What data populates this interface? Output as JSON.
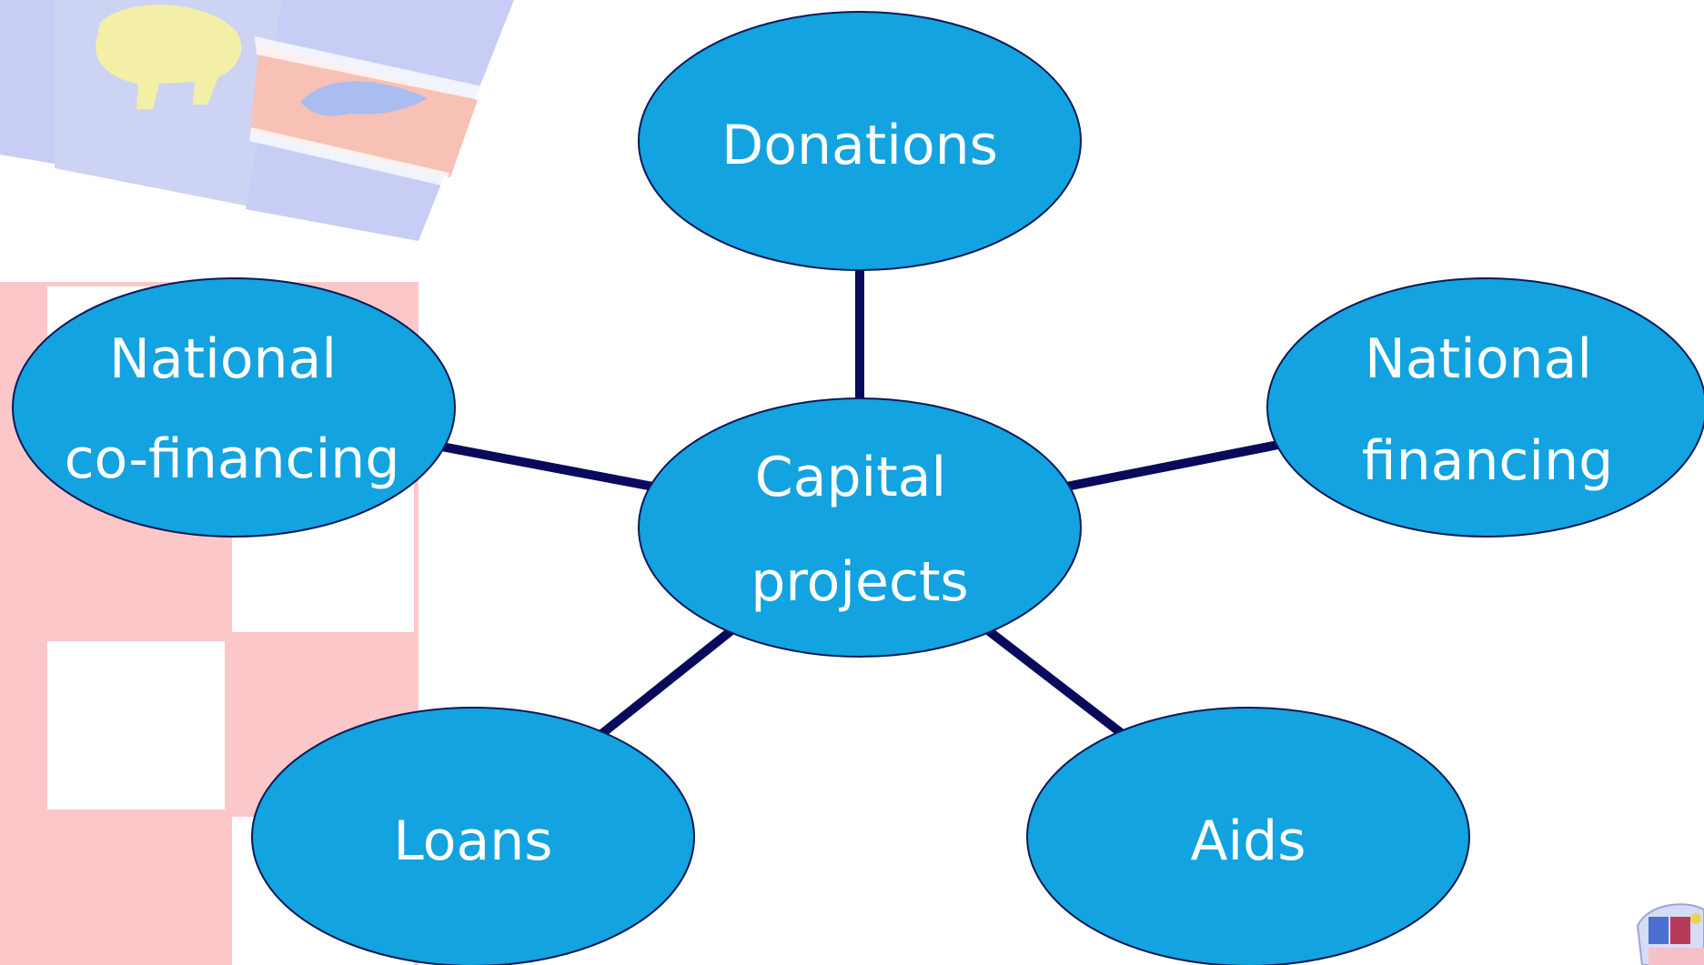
{
  "diagram": {
    "center": {
      "id": "capital-projects",
      "lines": [
        "Capital",
        "projects"
      ]
    },
    "nodes": [
      {
        "id": "donations",
        "lines": [
          "Donations"
        ]
      },
      {
        "id": "national-cofinancing",
        "lines": [
          "National",
          "co-financing"
        ]
      },
      {
        "id": "national-financing",
        "lines": [
          "National",
          "financing"
        ]
      },
      {
        "id": "loans",
        "lines": [
          "Loans"
        ]
      },
      {
        "id": "aids",
        "lines": [
          "Aids"
        ]
      }
    ],
    "edges": [
      {
        "from": "capital-projects",
        "to": "donations"
      },
      {
        "from": "capital-projects",
        "to": "national-cofinancing"
      },
      {
        "from": "capital-projects",
        "to": "national-financing"
      },
      {
        "from": "capital-projects",
        "to": "loans"
      },
      {
        "from": "capital-projects",
        "to": "aids"
      }
    ]
  },
  "colors": {
    "node_fill": "#12a3e0",
    "node_stroke": "#0b1a55",
    "edge": "#0a0a5c",
    "label": "#ffffff",
    "bg_red": "#fcc7c9",
    "bg_blue": "#c8cdf5",
    "bg_yellow": "#f4efa6",
    "bg_stripe_red": "#f7c1b6"
  },
  "decorations": {
    "top_left": "croatian-coat-of-arms-watermark",
    "bottom_right": "county-crest-logo"
  }
}
